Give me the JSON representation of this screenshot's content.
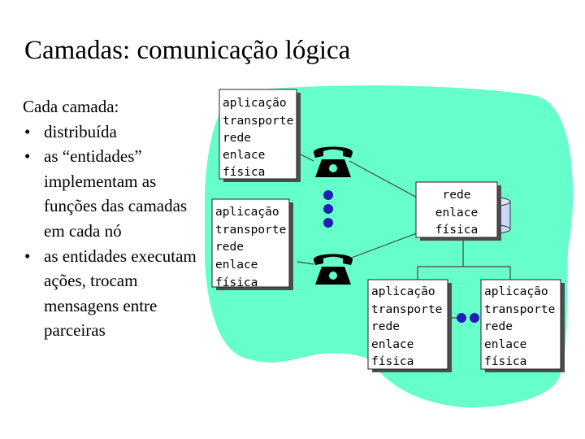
{
  "slide": {
    "title": "Camadas: comunicação lógica",
    "intro": "Cada camada:",
    "bullets": [
      "distribuída",
      "as “entidades” implementam as funções das camadas em cada nó",
      "as entidades executam ações, trocam mensagens entre parceiras"
    ]
  },
  "diagram": {
    "stack_host_top": [
      "aplicação",
      "transporte",
      "rede",
      "enlace",
      "física"
    ],
    "stack_host_mid": [
      "aplicação",
      "transporte",
      "rede",
      "enlace",
      "física"
    ],
    "stack_router": [
      "rede",
      "enlace",
      "física"
    ],
    "stack_host_bottom_left": [
      "aplicação",
      "transporte",
      "rede",
      "enlace",
      "física"
    ],
    "stack_host_bottom_right": [
      "aplicação",
      "transporte",
      "rede",
      "enlace",
      "física"
    ],
    "colors": {
      "network": "#66ffcc",
      "stack_bg": "#ffffff",
      "shadow": "#4d4d4d",
      "dot": "#1f1fb3",
      "router": "#c8d8ff"
    }
  }
}
